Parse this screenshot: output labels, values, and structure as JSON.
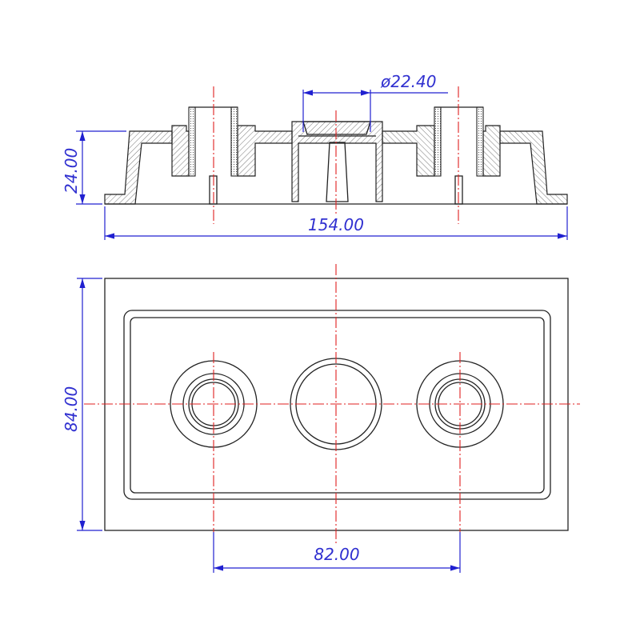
{
  "drawing": {
    "section_view": {
      "diameter_label": "ø22.40",
      "height_label": "24.00",
      "width_label": "154.00"
    },
    "plan_view": {
      "height_label": "84.00",
      "spacing_label": "82.00"
    },
    "colors": {
      "outline": "#222222",
      "centerline": "#e02020",
      "dimension": "#2020d0"
    }
  }
}
